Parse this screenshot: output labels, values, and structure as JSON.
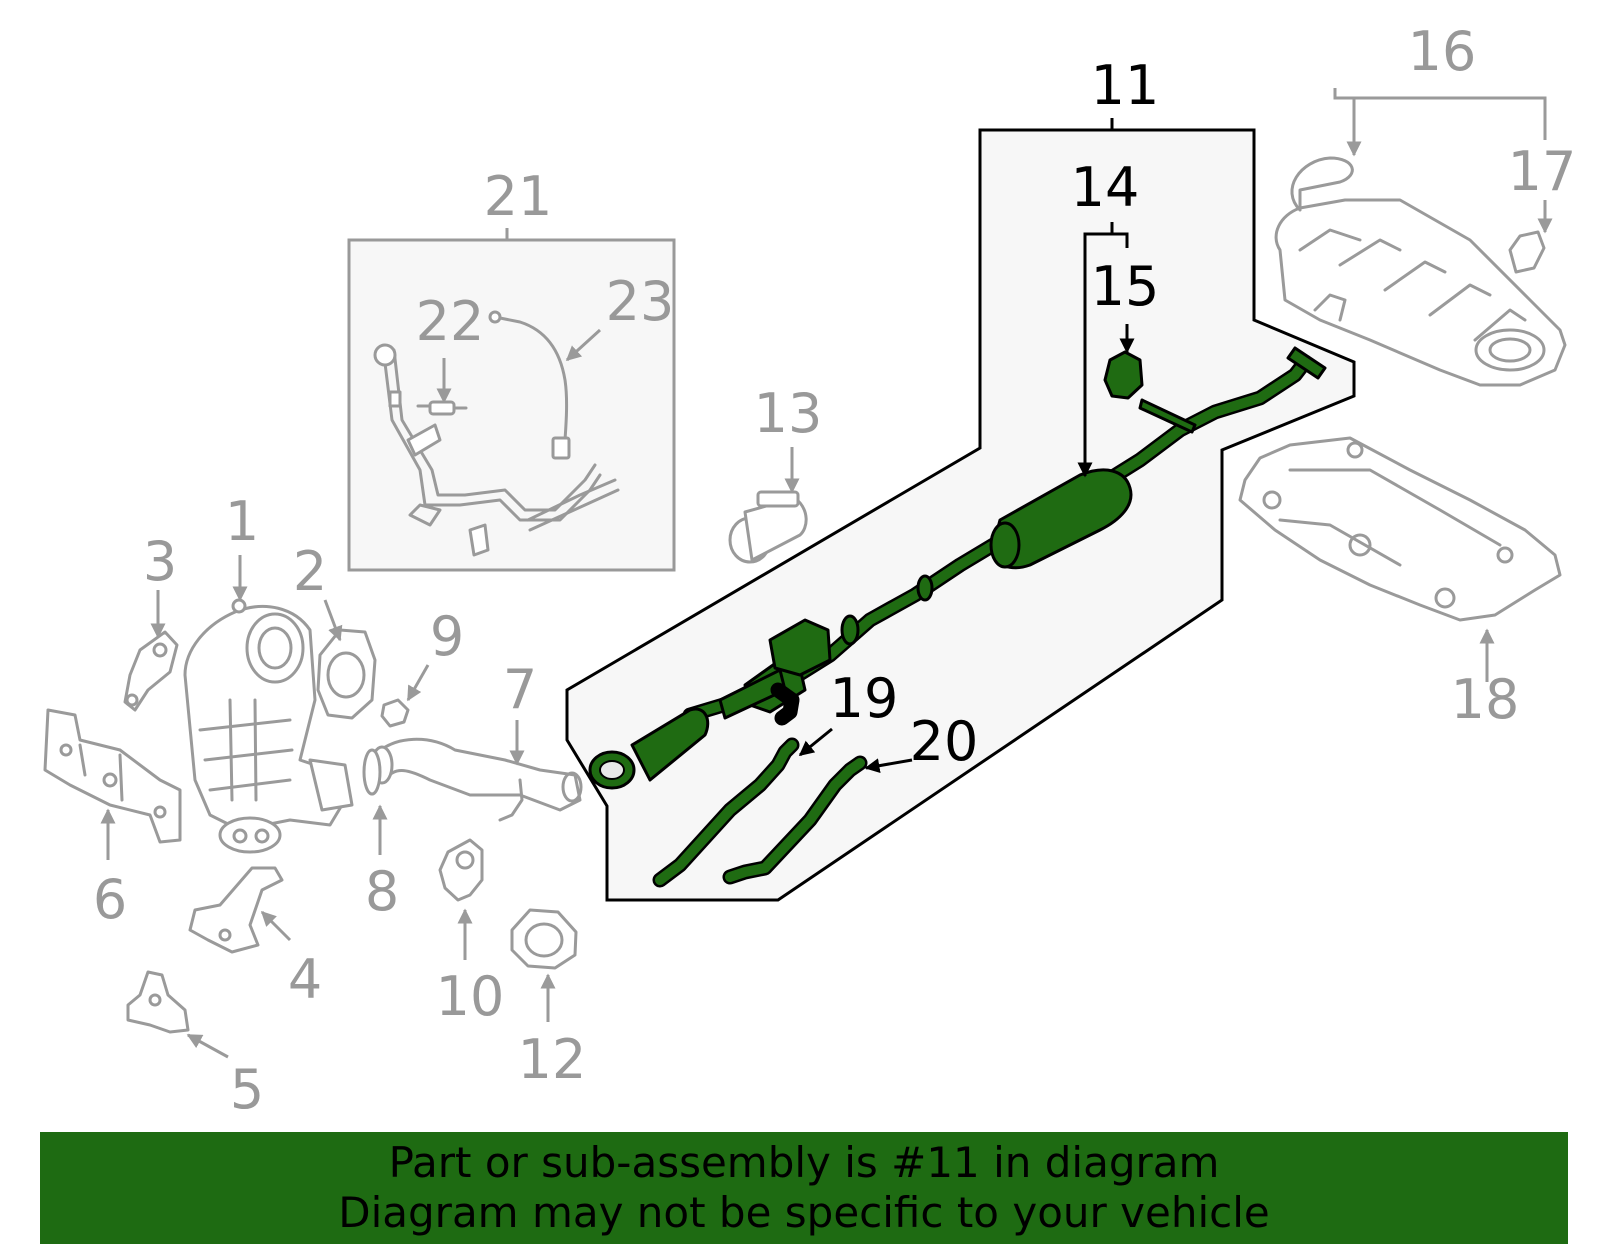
{
  "callouts": {
    "c1": "1",
    "c2": "2",
    "c3": "3",
    "c4": "4",
    "c5": "5",
    "c6": "6",
    "c7": "7",
    "c8": "8",
    "c9": "9",
    "c10": "10",
    "c11": "11",
    "c12": "12",
    "c13": "13",
    "c14": "14",
    "c15": "15",
    "c16": "16",
    "c17": "17",
    "c18": "18",
    "c19": "19",
    "c20": "20",
    "c21": "21",
    "c22": "22",
    "c23": "23"
  },
  "banner": {
    "line1": "Part or sub-assembly is #11 in diagram",
    "line2": "Diagram may not be specific to your vehicle"
  },
  "colors": {
    "highlight": "#1f6b12",
    "banner": "#1e6b12",
    "callout_grey": "#999999",
    "callout_dark": "#000000"
  }
}
